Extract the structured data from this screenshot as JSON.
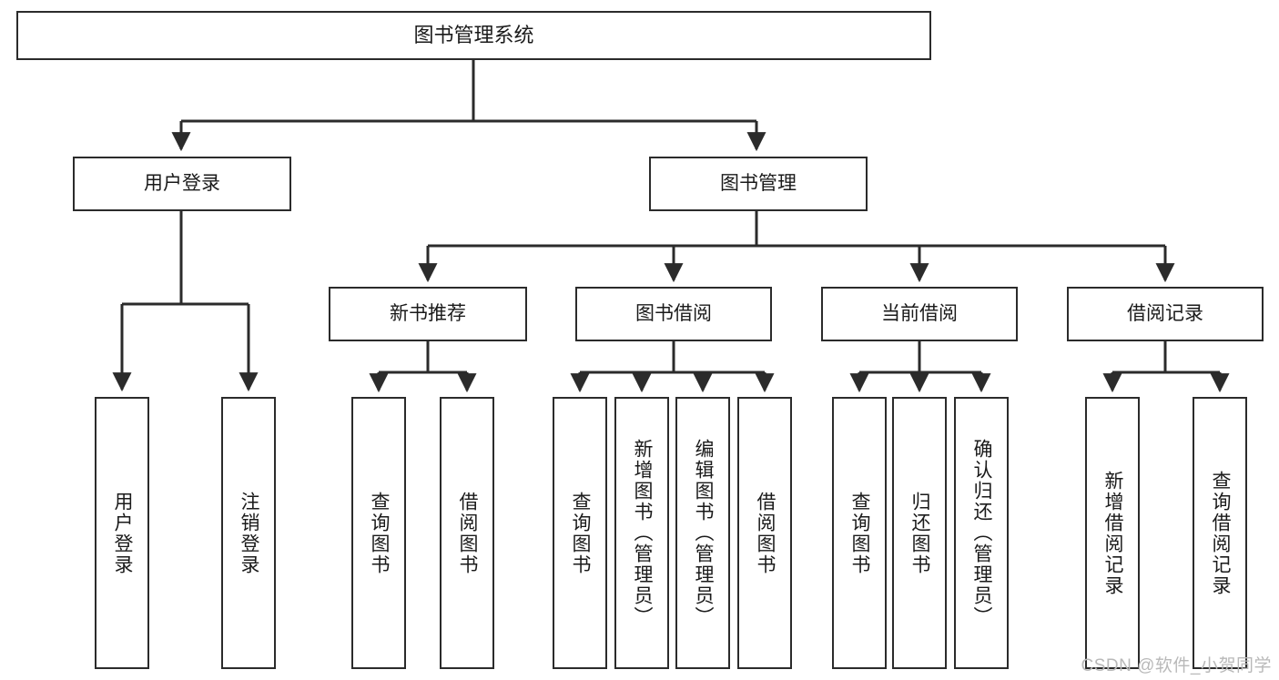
{
  "diagram": {
    "type": "tree-hierarchy",
    "title": "图书管理系统",
    "watermark": "CSDN @软件_小贺同学",
    "colors": {
      "stroke": "#2b2b2b",
      "background": "#ffffff",
      "text": "#1a1a1a",
      "watermark": "#b9b9b9"
    },
    "nodes": {
      "root": "图书管理系统",
      "level2": {
        "user_login": "用户登录",
        "book_manage": "图书管理"
      },
      "level3": {
        "new_book_rec": "新书推荐",
        "book_borrow": "图书借阅",
        "current_borrow": "当前借阅",
        "borrow_record": "借阅记录"
      },
      "leaves": {
        "user_login_1": "用户登录",
        "user_login_2": "注销登录",
        "new_book_rec_1": "查询图书",
        "new_book_rec_2": "借阅图书",
        "book_borrow_1": "查询图书",
        "book_borrow_2": "新增图书（管理员）",
        "book_borrow_3": "编辑图书（管理员）",
        "book_borrow_4": "借阅图书",
        "current_borrow_1": "查询图书",
        "current_borrow_2": "归还图书",
        "current_borrow_3": "确认归还（管理员）",
        "borrow_record_1": "新增借阅记录",
        "borrow_record_2": "查询借阅记录"
      }
    },
    "edges": [
      {
        "from": "root",
        "to": "user_login"
      },
      {
        "from": "root",
        "to": "book_manage"
      },
      {
        "from": "user_login",
        "to": "user_login_1"
      },
      {
        "from": "user_login",
        "to": "user_login_2"
      },
      {
        "from": "book_manage",
        "to": "new_book_rec"
      },
      {
        "from": "book_manage",
        "to": "book_borrow"
      },
      {
        "from": "book_manage",
        "to": "current_borrow"
      },
      {
        "from": "book_manage",
        "to": "borrow_record"
      },
      {
        "from": "new_book_rec",
        "to": "new_book_rec_1"
      },
      {
        "from": "new_book_rec",
        "to": "new_book_rec_2"
      },
      {
        "from": "book_borrow",
        "to": "book_borrow_1"
      },
      {
        "from": "book_borrow",
        "to": "book_borrow_2"
      },
      {
        "from": "book_borrow",
        "to": "book_borrow_3"
      },
      {
        "from": "book_borrow",
        "to": "book_borrow_4"
      },
      {
        "from": "current_borrow",
        "to": "current_borrow_1"
      },
      {
        "from": "current_borrow",
        "to": "current_borrow_2"
      },
      {
        "from": "current_borrow",
        "to": "current_borrow_3"
      },
      {
        "from": "borrow_record",
        "to": "borrow_record_1"
      },
      {
        "from": "borrow_record",
        "to": "borrow_record_2"
      }
    ]
  }
}
